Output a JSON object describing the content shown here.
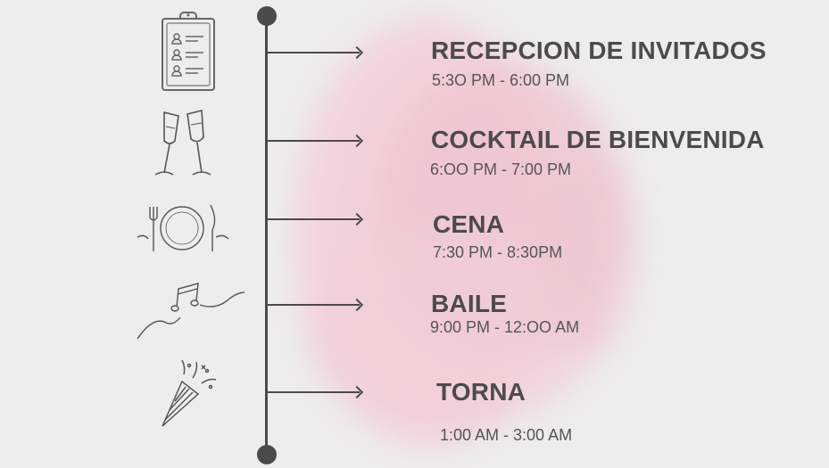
{
  "colors": {
    "background": "#ededeb",
    "line": "#4a4a4a",
    "text": "#4b4b4b",
    "watercolor": "#f1c9d2"
  },
  "events": [
    {
      "title": "RECEPCION DE INVITADOS",
      "time": "5:3O PM - 6:00 PM",
      "icon": "clipboard-guest-list-icon"
    },
    {
      "title": "COCKTAIL DE BIENVENIDA",
      "time": "6:OO PM - 7:00 PM",
      "icon": "champagne-toast-icon"
    },
    {
      "title": "CENA",
      "time": "7:30 PM - 8:30PM",
      "icon": "plate-cutlery-icon"
    },
    {
      "title": "BAILE",
      "time": "9:00 PM - 12:OO AM",
      "icon": "music-note-icon"
    },
    {
      "title": "TORNA",
      "time": "1:00 AM - 3:00 AM",
      "icon": "party-popper-icon"
    }
  ]
}
